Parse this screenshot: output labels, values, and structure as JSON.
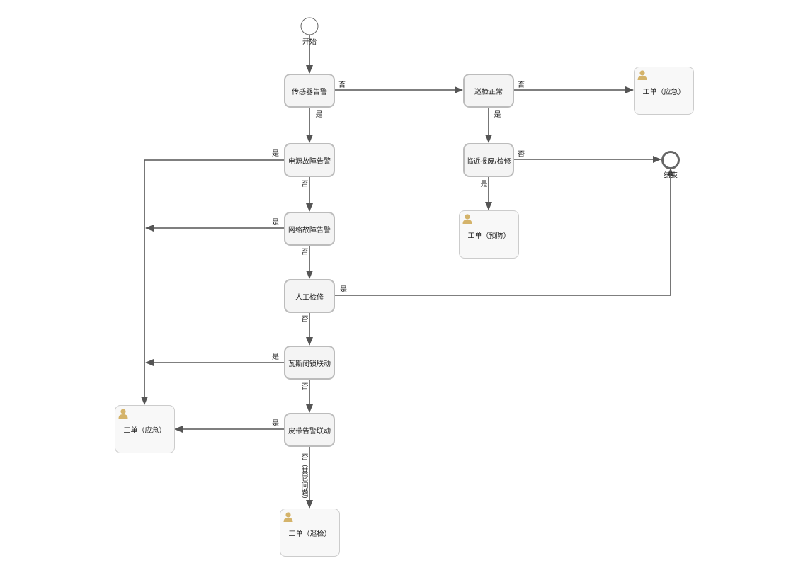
{
  "events": {
    "start": "开始",
    "end": "结束"
  },
  "nodes": {
    "sensor_alarm": "传感器告警",
    "power_fault": "电源故障告警",
    "network_fault": "网络故障告警",
    "manual_repair": "人工检修",
    "gas_lock_link": "瓦斯闭锁联动",
    "belt_alarm_link": "皮带告警联动",
    "patrol_normal": "巡检正常",
    "near_scrap": "临近报废/检修"
  },
  "tasks": {
    "wo_emergency_right": "工单（应急）",
    "wo_prevent": "工单（预防）",
    "wo_emergency_left": "工单（应急）",
    "wo_patrol": "工单（巡检）"
  },
  "edge_labels": {
    "yes": "是",
    "no": "否",
    "no_other": "否（其它问题）"
  },
  "icons": {
    "user": "user-icon"
  },
  "colors": {
    "line": "#555555",
    "node_border": "#bcbcbc",
    "user_icon": "#d4b36a"
  }
}
